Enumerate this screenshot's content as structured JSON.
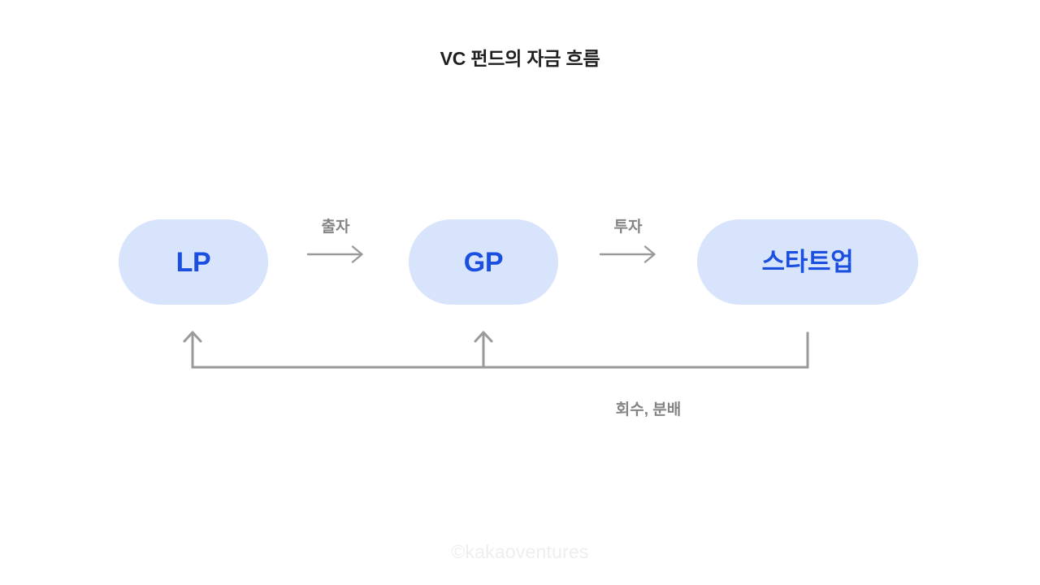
{
  "diagram": {
    "title": "VC 펀드의 자금 흐름",
    "type": "flow",
    "background_color": "#ffffff",
    "node_fill_color": "#d8e4fc",
    "node_text_color": "#1a4fe0",
    "connector_color": "#9a9a9a",
    "label_text_color": "#848484",
    "title_color": "#1f1f1f"
  },
  "nodes": [
    {
      "id": "lp",
      "label": "LP",
      "shape": "pill"
    },
    {
      "id": "gp",
      "label": "GP",
      "shape": "pill"
    },
    {
      "id": "startup",
      "label": "스타트업",
      "shape": "pill"
    }
  ],
  "flows": [
    {
      "id": "contribution",
      "label": "출자",
      "from": "lp",
      "to": "gp",
      "direction": "right",
      "style": "straight-arrow"
    },
    {
      "id": "investment",
      "label": "투자",
      "from": "gp",
      "to": "startup",
      "direction": "right",
      "style": "straight-arrow"
    },
    {
      "id": "return",
      "label": "회수, 분배",
      "from": "startup",
      "to": "lp-and-gp",
      "direction": "up-left",
      "style": "bus-with-two-up-arrows"
    }
  ],
  "watermark": {
    "text": "©kakaoventures"
  }
}
